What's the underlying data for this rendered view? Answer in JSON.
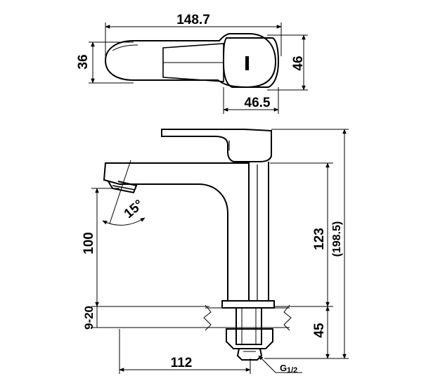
{
  "dimensions": {
    "top_width": "148.7",
    "top_height_left": "36",
    "top_height_right": "46",
    "handle_width": "46.5",
    "spout_height": "100",
    "angle": "15°",
    "body_height": "123",
    "total_height": "(198.5)",
    "deck_thickness": "9-20",
    "thread_length": "45",
    "reach": "112",
    "thread_label_g": "G",
    "thread_label_frac": "1/2"
  }
}
